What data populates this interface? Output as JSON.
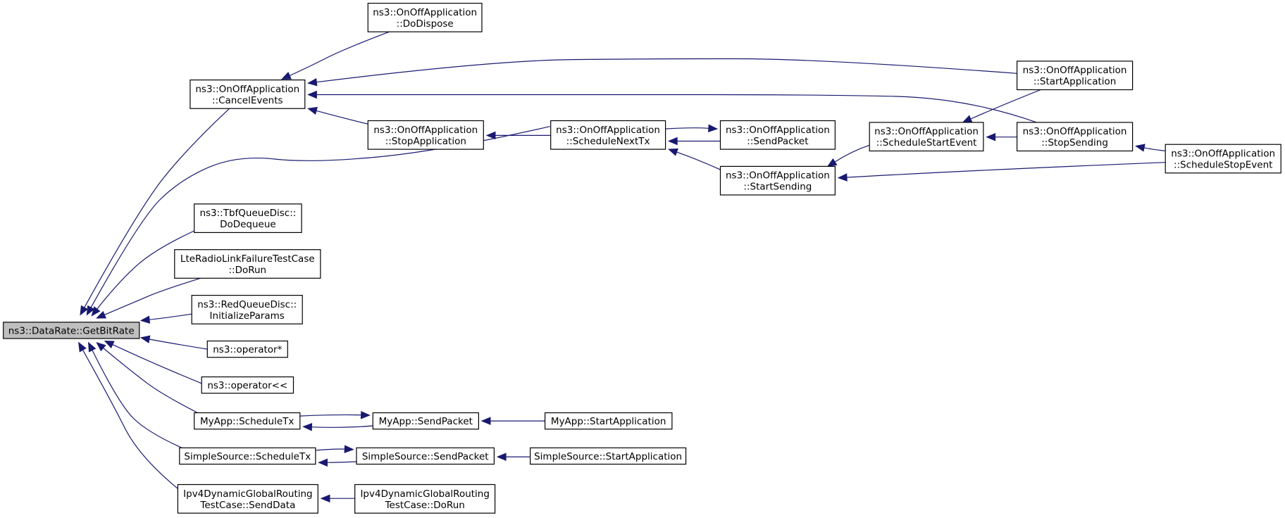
{
  "diagram": {
    "nodes": [
      {
        "id": "n0",
        "lines": [
          "ns3::DataRate::GetBitRate"
        ],
        "highlight": true
      },
      {
        "id": "n1",
        "lines": [
          "ns3::OnOffApplication",
          "::CancelEvents"
        ]
      },
      {
        "id": "n2",
        "lines": [
          "ns3::OnOffApplication",
          "::DoDispose"
        ]
      },
      {
        "id": "n3",
        "lines": [
          "ns3::OnOffApplication",
          "::StartApplication"
        ]
      },
      {
        "id": "n4",
        "lines": [
          "ns3::OnOffApplication",
          "::StopApplication"
        ]
      },
      {
        "id": "n5",
        "lines": [
          "ns3::OnOffApplication",
          "::ScheduleNextTx"
        ]
      },
      {
        "id": "n6",
        "lines": [
          "ns3::OnOffApplication",
          "::SendPacket"
        ]
      },
      {
        "id": "n7",
        "lines": [
          "ns3::OnOffApplication",
          "::StartSending"
        ]
      },
      {
        "id": "n8",
        "lines": [
          "ns3::OnOffApplication",
          "::ScheduleStartEvent"
        ]
      },
      {
        "id": "n9",
        "lines": [
          "ns3::OnOffApplication",
          "::StopSending"
        ]
      },
      {
        "id": "n10",
        "lines": [
          "ns3::OnOffApplication",
          "::ScheduleStopEvent"
        ]
      },
      {
        "id": "n11",
        "lines": [
          "ns3::TbfQueueDisc::",
          "DoDequeue"
        ]
      },
      {
        "id": "n12",
        "lines": [
          "LteRadioLinkFailureTestCase",
          "::DoRun"
        ]
      },
      {
        "id": "n13",
        "lines": [
          "ns3::RedQueueDisc::",
          "InitializeParams"
        ]
      },
      {
        "id": "n14",
        "lines": [
          "ns3::operator*"
        ]
      },
      {
        "id": "n15",
        "lines": [
          "ns3::operator<<"
        ]
      },
      {
        "id": "n16",
        "lines": [
          "MyApp::ScheduleTx"
        ]
      },
      {
        "id": "n17",
        "lines": [
          "MyApp::SendPacket"
        ]
      },
      {
        "id": "n18",
        "lines": [
          "MyApp::StartApplication"
        ]
      },
      {
        "id": "n19",
        "lines": [
          "SimpleSource::ScheduleTx"
        ]
      },
      {
        "id": "n20",
        "lines": [
          "SimpleSource::SendPacket"
        ]
      },
      {
        "id": "n21",
        "lines": [
          "SimpleSource::StartApplication"
        ]
      },
      {
        "id": "n22",
        "lines": [
          "Ipv4DynamicGlobalRouting",
          "TestCase::SendData"
        ]
      },
      {
        "id": "n23",
        "lines": [
          "Ipv4DynamicGlobalRouting",
          "TestCase::DoRun"
        ]
      }
    ],
    "edges": [
      {
        "from": "n1",
        "to": "n0"
      },
      {
        "from": "n5",
        "to": "n0"
      },
      {
        "from": "n11",
        "to": "n0"
      },
      {
        "from": "n12",
        "to": "n0"
      },
      {
        "from": "n13",
        "to": "n0"
      },
      {
        "from": "n14",
        "to": "n0"
      },
      {
        "from": "n15",
        "to": "n0"
      },
      {
        "from": "n16",
        "to": "n0"
      },
      {
        "from": "n19",
        "to": "n0"
      },
      {
        "from": "n22",
        "to": "n0"
      },
      {
        "from": "n2",
        "to": "n1"
      },
      {
        "from": "n3",
        "to": "n1"
      },
      {
        "from": "n9",
        "to": "n1"
      },
      {
        "from": "n4",
        "to": "n1"
      },
      {
        "from": "n5",
        "to": "n4"
      },
      {
        "from": "n6",
        "to": "n5"
      },
      {
        "from": "n5",
        "to": "n6"
      },
      {
        "from": "n7",
        "to": "n5"
      },
      {
        "from": "n8",
        "to": "n7"
      },
      {
        "from": "n10",
        "to": "n7"
      },
      {
        "from": "n3",
        "to": "n8"
      },
      {
        "from": "n9",
        "to": "n8"
      },
      {
        "from": "n10",
        "to": "n9"
      },
      {
        "from": "n17",
        "to": "n16"
      },
      {
        "from": "n16",
        "to": "n17"
      },
      {
        "from": "n18",
        "to": "n17"
      },
      {
        "from": "n20",
        "to": "n19"
      },
      {
        "from": "n19",
        "to": "n20"
      },
      {
        "from": "n21",
        "to": "n20"
      },
      {
        "from": "n23",
        "to": "n22"
      }
    ]
  }
}
